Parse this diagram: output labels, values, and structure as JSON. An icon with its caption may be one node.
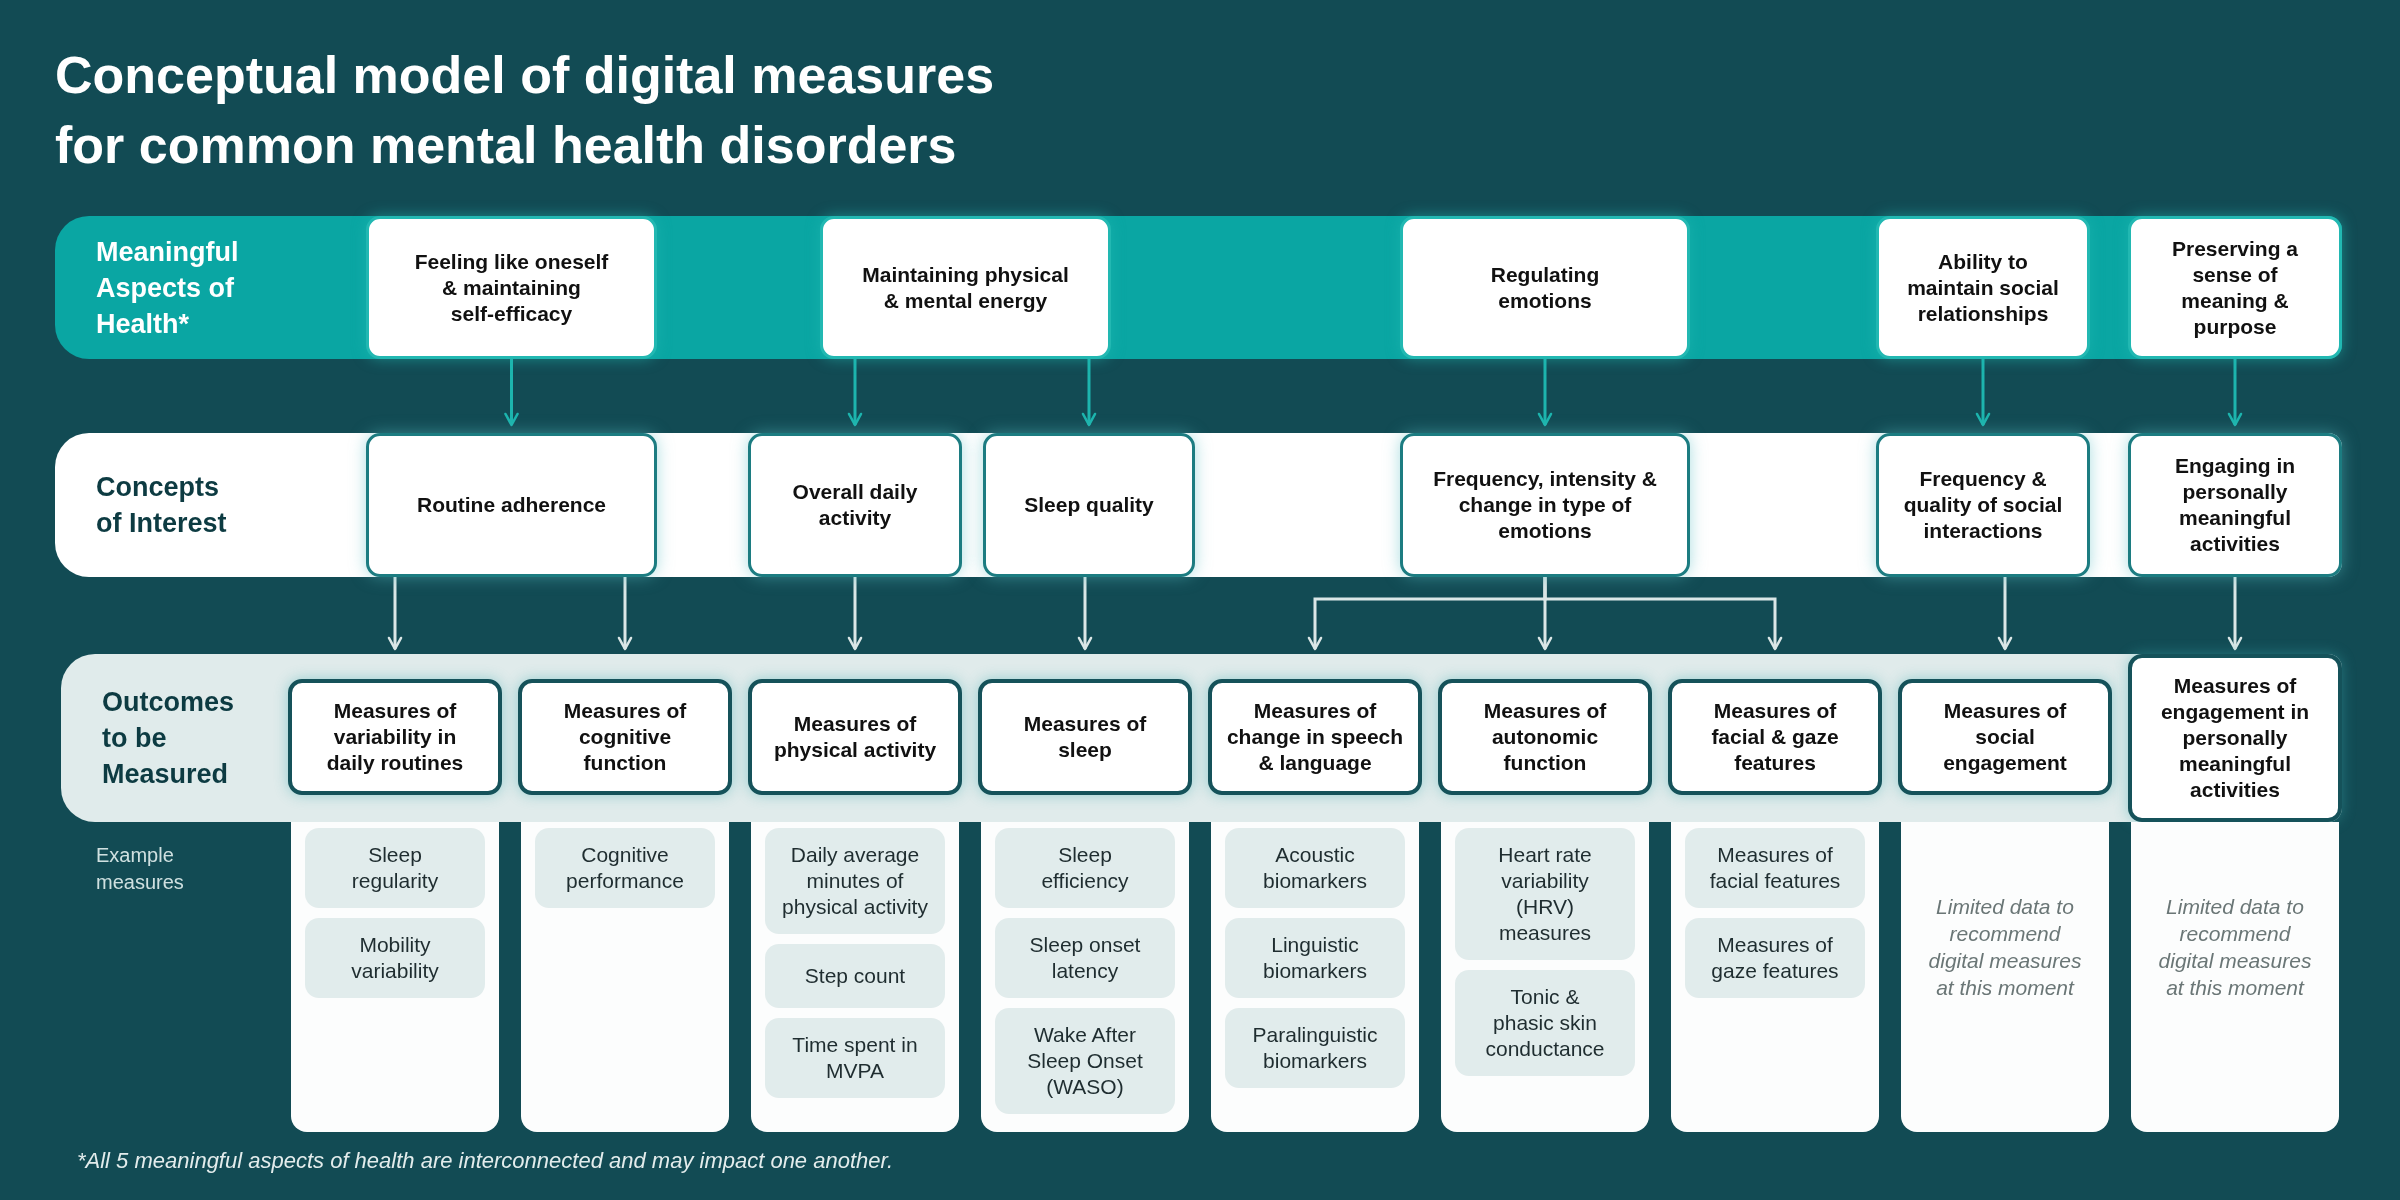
{
  "diagram": {
    "title": "Conceptual model of digital measures for common mental health disorders",
    "caption": "*All 5 meaningful aspects of health are interconnected and may impact one another.",
    "nodes": [
      {
        "text": [
          "Meaningful Aspects of Health*"
        ]
      },
      {
        "text": [
          "Feeling like oneself & maintaining self-efficacy"
        ],
        "in": 0
      },
      {
        "text": [
          "Maintaining physical & mental energy"
        ],
        "in": 0
      },
      {
        "text": [
          "Regulating emotions"
        ],
        "in": 0
      },
      {
        "text": [
          "Ability to maintain social relationships"
        ],
        "in": 0
      },
      {
        "text": [
          "Preserving a sense of meaning & purpose"
        ],
        "in": 0
      },
      {
        "text": [
          "Concepts of Interest"
        ]
      },
      {
        "text": [
          "Routine adherence"
        ],
        "in": 6
      },
      {
        "text": [
          "Overall daily activity"
        ],
        "in": 6
      },
      {
        "text": [
          "Sleep quality"
        ],
        "in": 6
      },
      {
        "text": [
          "Frequency, intensity & change in type of emotions"
        ],
        "in": 6
      },
      {
        "text": [
          "Frequency & quality of social interactions"
        ],
        "in": 6
      },
      {
        "text": [
          "Engaging in personally meaningful activities"
        ],
        "in": 6
      },
      {
        "text": [
          "Outcomes to be Measured"
        ]
      },
      {
        "text": [
          "Measures of variability in daily routines"
        ],
        "in": 13
      },
      {
        "text": [
          "Measures of cognitive function"
        ],
        "in": 13
      },
      {
        "text": [
          "Measures of physical activity"
        ],
        "in": 13
      },
      {
        "text": [
          "Measures of sleep"
        ],
        "in": 13
      },
      {
        "text": [
          "Measures of change in speech & language"
        ],
        "in": 13
      },
      {
        "text": [
          "Measures of autonomic function"
        ],
        "in": 13
      },
      {
        "text": [
          "Measures of facial & gaze features"
        ],
        "in": 13
      },
      {
        "text": [
          "Measures of social engagement"
        ],
        "in": 13
      },
      {
        "text": [
          "Measures of engagement in personally meaningful activities"
        ],
        "in": 13
      },
      {
        "text": [],
        "shape": "box"
      },
      {
        "text": [
          "Sleep regularity"
        ],
        "in": 23
      },
      {
        "text": [
          "Mobility variability"
        ],
        "in": 23
      },
      {
        "text": [],
        "shape": "box"
      },
      {
        "text": [
          "Cognitive performance"
        ],
        "in": 26
      },
      {
        "text": [],
        "shape": "box"
      },
      {
        "text": [
          "Daily average minutes of physical activity"
        ],
        "in": 28
      },
      {
        "text": [
          "Step count"
        ],
        "in": 28
      },
      {
        "text": [
          "Time spent in MVPA"
        ],
        "in": 28
      },
      {
        "text": [],
        "shape": "box"
      },
      {
        "text": [
          "Sleep efficiency"
        ],
        "in": 32
      },
      {
        "text": [
          "Sleep onset latency"
        ],
        "in": 32
      },
      {
        "text": [
          "Wake After Sleep Onset (WASO)"
        ],
        "in": 32
      },
      {
        "text": [],
        "shape": "box"
      },
      {
        "text": [
          "Acoustic biomarkers"
        ],
        "in": 36
      },
      {
        "text": [
          "Linguistic biomarkers"
        ],
        "in": 36
      },
      {
        "text": [
          "Paralinguistic biomarkers"
        ],
        "in": 36
      },
      {
        "text": [],
        "shape": "box"
      },
      {
        "text": [
          "Heart rate variability (HRV) measures"
        ],
        "in": 40
      },
      {
        "text": [
          "Tonic & phasic skin conductance"
        ],
        "in": 40
      },
      {
        "text": [],
        "shape": "box"
      },
      {
        "text": [
          "Measures of facial features"
        ],
        "in": 43
      },
      {
        "text": [
          "Measures of gaze features"
        ],
        "in": 43
      },
      {
        "text": [
          "Limited data to recommend digital measures at this moment"
        ]
      },
      {
        "text": [
          "Limited data to recommend digital measures at this moment"
        ]
      }
    ],
    "edges": [
      {
        "from": 1,
        "to": 7,
        "arrow": "to",
        "color": "#1db5ae"
      },
      {
        "from": 2,
        "to": 8,
        "arrow": "to",
        "color": "#1db5ae"
      },
      {
        "from": 2,
        "to": 9,
        "arrow": "to",
        "color": "#1db5ae"
      },
      {
        "from": 3,
        "to": 10,
        "arrow": "to",
        "color": "#1db5ae"
      },
      {
        "from": 4,
        "to": 11,
        "arrow": "to",
        "color": "#1db5ae"
      },
      {
        "from": 5,
        "to": 12,
        "arrow": "to",
        "color": "#1db5ae"
      },
      {
        "from": 7,
        "to": 14,
        "arrow": "to"
      },
      {
        "from": 7,
        "to": 15,
        "arrow": "to"
      },
      {
        "from": 8,
        "to": 16,
        "arrow": "to"
      },
      {
        "from": 9,
        "to": 17,
        "arrow": "to"
      },
      {
        "from": 10,
        "to": 18,
        "arrow": "to"
      },
      {
        "from": 10,
        "to": 19,
        "arrow": "to"
      },
      {
        "from": 10,
        "to": 20,
        "arrow": "to"
      },
      {
        "from": 11,
        "to": 21,
        "arrow": "to"
      },
      {
        "from": 12,
        "to": 22,
        "arrow": "to"
      }
    ],
    "labels": [
      "Example measures"
    ]
  }
}
